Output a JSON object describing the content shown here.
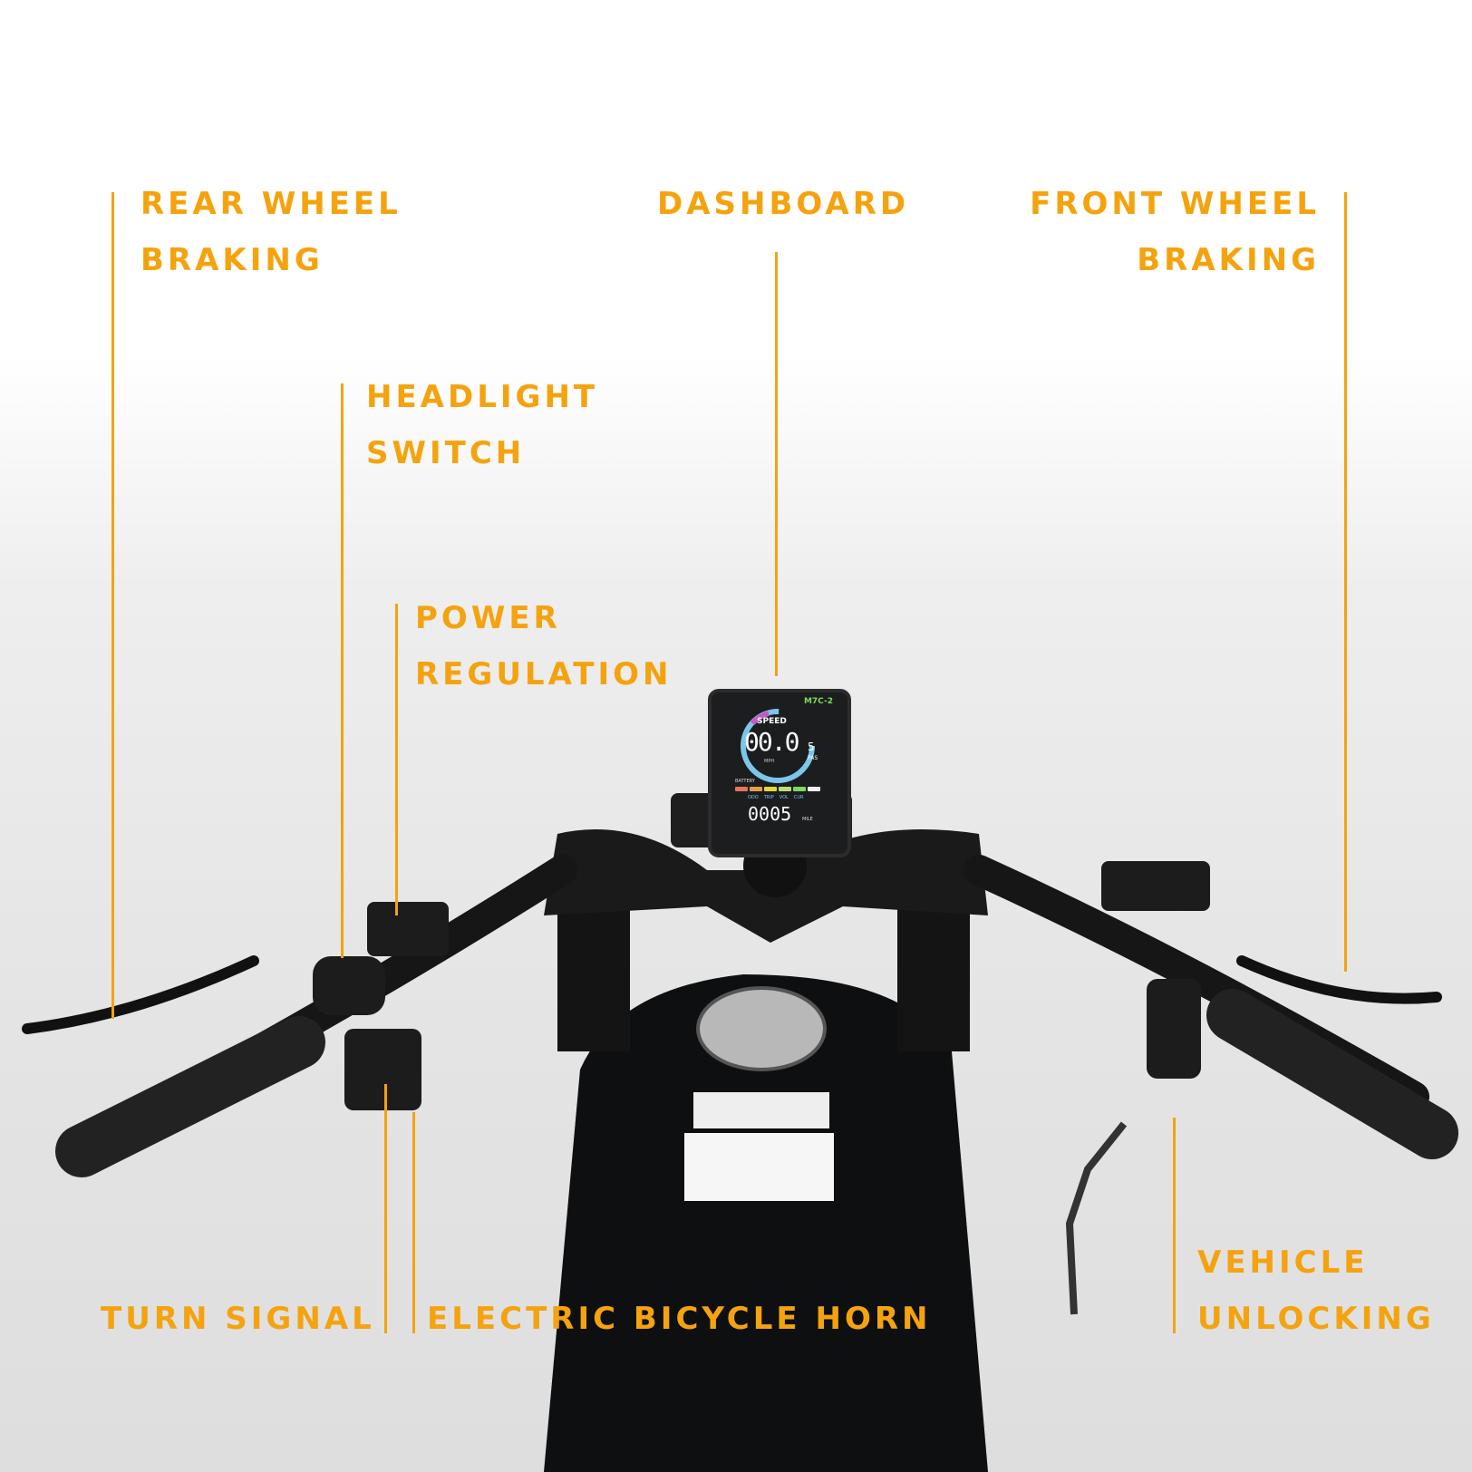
{
  "callouts": {
    "rear_wheel_braking": [
      "REAR WHEEL",
      "BRAKING"
    ],
    "dashboard": "DASHBOARD",
    "front_wheel_braking": [
      "FRONT WHEEL",
      "BRAKING"
    ],
    "headlight_switch": [
      "HEADLIGHT",
      "SWITCH"
    ],
    "power_regulation": [
      "POWER",
      "REGULATION"
    ],
    "turn_signal": "TURN SIGNAL",
    "horn": "ELECTRIC BICYCLE HORN",
    "vehicle_unlocking": [
      "VEHICLE",
      "UNLOCKING"
    ]
  },
  "display": {
    "model": "M7C-2",
    "speed_label": "SPEED",
    "speed": "00.0",
    "unit": "MPH",
    "pas": "5",
    "pas_label": "PAS",
    "battery_label": "BATTERY",
    "battery_colors": [
      "#e8735a",
      "#e8a040",
      "#e6d83a",
      "#b8e070",
      "#7ed860",
      "#f0f0f0"
    ],
    "modes": [
      "ODO",
      "TRIP",
      "VOL",
      "CUR"
    ],
    "odo": "0005",
    "odo_unit": "MILE"
  },
  "accent_color": "#f4a30e"
}
